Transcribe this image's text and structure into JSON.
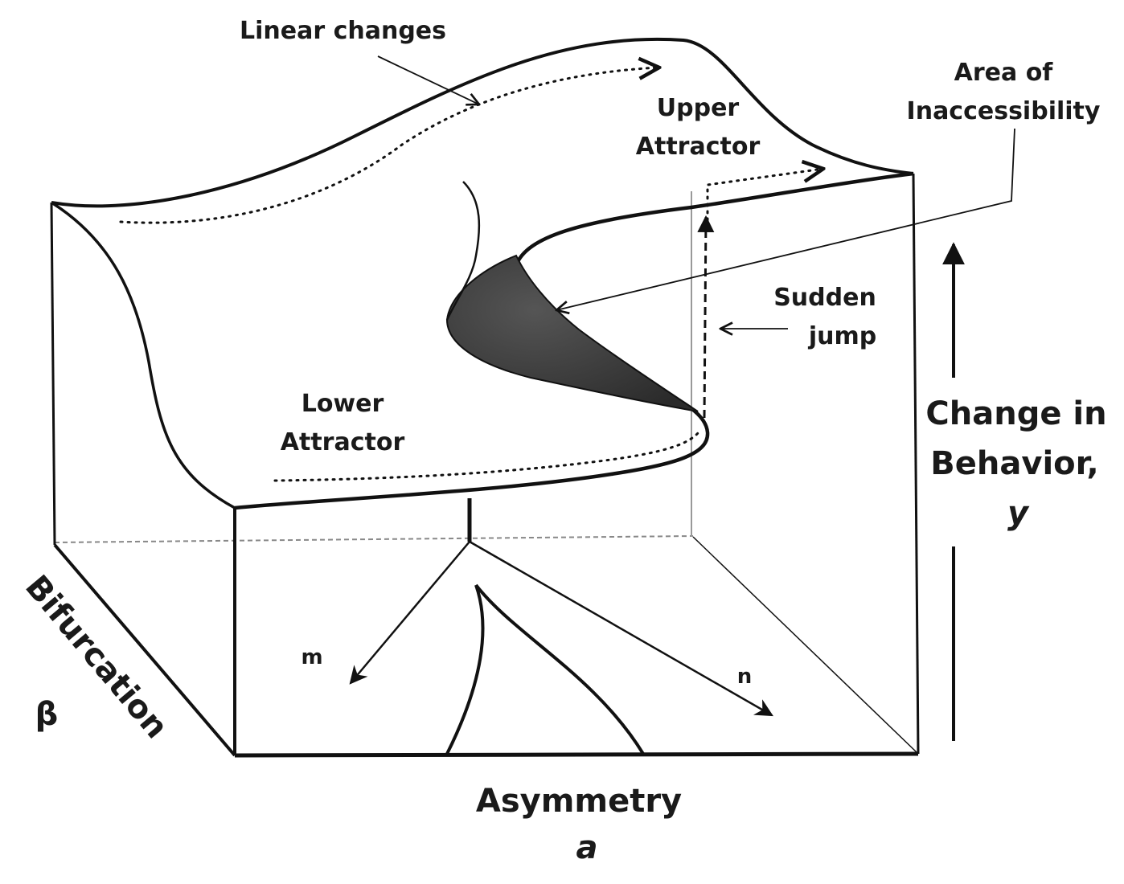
{
  "figure": {
    "labels": {
      "linear_changes": "Linear changes",
      "area_line1": "Area of",
      "area_line2": "Inaccessibility",
      "upper_line1": "Upper",
      "upper_line2": "Attractor",
      "sudden_line1": "Sudden",
      "sudden_line2": "jump",
      "lower_line1": "Lower",
      "lower_line2": "Attractor",
      "change_line1": "Change in",
      "change_line2": "Behavior,",
      "change_symbol": "y",
      "asymmetry": "Asymmetry",
      "asymmetry_symbol": "a",
      "bifurcation": "Bifurcation",
      "bifurcation_symbol": "β",
      "m": "m",
      "n": "n"
    },
    "colors": {
      "line": "#111111",
      "fold_fill": "#3a3a3a",
      "guide": "#999999"
    }
  }
}
